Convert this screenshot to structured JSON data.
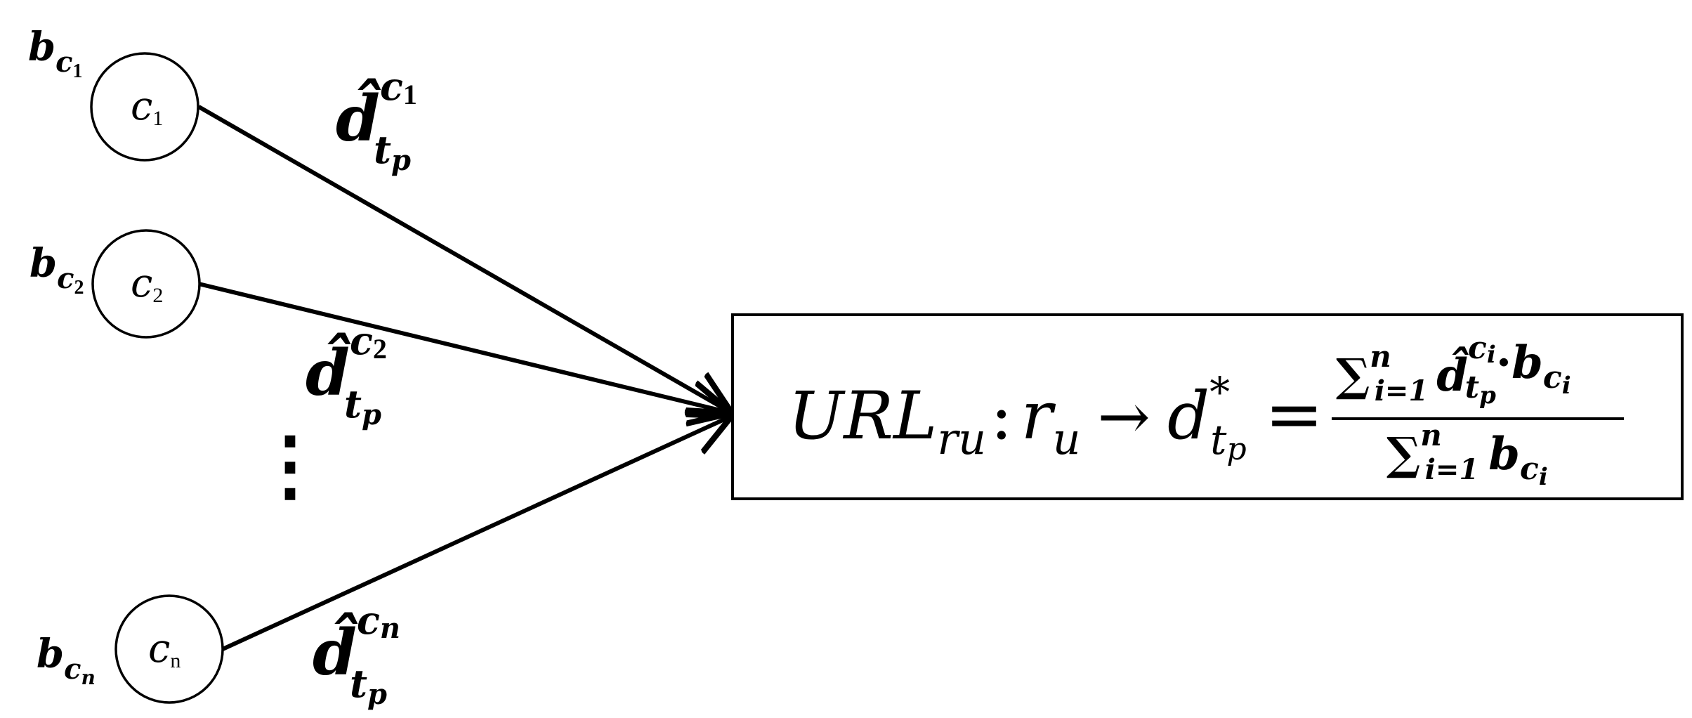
{
  "nodes": [
    {
      "id": "c1",
      "label_main": "c",
      "label_sub": "1",
      "weight_base": "b",
      "weight_sub": "c",
      "weight_subsub": "1"
    },
    {
      "id": "c2",
      "label_main": "c",
      "label_sub": "2",
      "weight_base": "b",
      "weight_sub": "c",
      "weight_subsub": "2"
    },
    {
      "id": "cn",
      "label_main": "c",
      "label_sub": "n",
      "weight_base": "b",
      "weight_sub": "c",
      "weight_subsub": "n"
    }
  ],
  "edges": [
    {
      "from": "c1",
      "label_base": "d̂",
      "label_sup": "c",
      "label_supsub": "1",
      "label_sub": "t",
      "label_subsub": "p"
    },
    {
      "from": "c2",
      "label_base": "d̂",
      "label_sup": "c",
      "label_supsub": "2",
      "label_sub": "t",
      "label_subsub": "p"
    },
    {
      "from": "cn",
      "label_base": "d̂",
      "label_sup": "c",
      "label_supsub": "n",
      "label_sub": "t",
      "label_subsub": "p"
    }
  ],
  "ellipsis": "⋮",
  "formula": {
    "url": "URL",
    "url_sub": "r",
    "url_subsub": "u",
    "colon": ":",
    "r": "r",
    "r_sub": "u",
    "arrow": "→",
    "d": "d",
    "d_sup": "*",
    "d_sub": "t",
    "d_subsub": "p",
    "equals": "=",
    "num_sum": "∑",
    "num_sum_sup": "n",
    "num_sum_sub": "i=1",
    "num_d": "d̂",
    "num_d_sup": "c",
    "num_d_supsub": "i",
    "num_d_sub": "t",
    "num_d_subsub": "p",
    "num_dot": "·",
    "num_b": "b",
    "num_b_sub": "c",
    "num_b_subsub": "i",
    "den_sum": "∑",
    "den_sum_sup": "n",
    "den_sum_sub": "i=1",
    "den_b": "b",
    "den_b_sub": "c",
    "den_b_subsub": "i"
  }
}
